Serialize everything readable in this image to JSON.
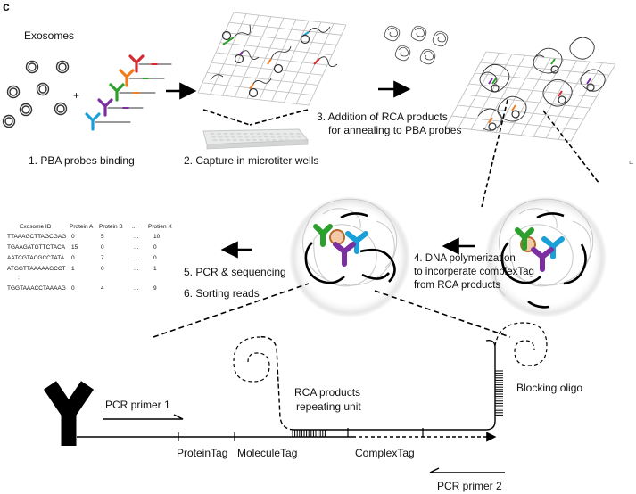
{
  "panel_letter": "c",
  "texts": {
    "exosomes": "Exosomes",
    "plus": "+",
    "step1": "1. PBA probes binding",
    "step2": "2. Capture in microtiter wells",
    "step3_line1": "3. Addition of RCA products",
    "step3_line2": "for annealing to PBA probes",
    "step4_line1": "4. DNA polymerization",
    "step4_line2": "to incorperate complexTag",
    "step4_line3": "from RCA products",
    "step5": "5. PCR & sequencing",
    "step6": "6. Sorting reads",
    "pcr_primer1": "PCR primer 1",
    "pcr_primer2": "PCR primer 2",
    "rca_line1": "RCA products",
    "rca_line2": "repeating unit",
    "blocking_oligo": "Blocking oligo",
    "protein_tag": "ProteinTag",
    "molecule_tag": "MoleculeTag",
    "complex_tag": "ComplexTag"
  },
  "table": {
    "headers": [
      "Exosome ID",
      "Protein A",
      "Protein B",
      "...",
      "Protien X"
    ],
    "rows": [
      [
        "TTAAAGCTTAGCGAG",
        "0",
        "5",
        "...",
        "10"
      ],
      [
        "TGAAGATGTTCTACA",
        "15",
        "0",
        "...",
        "0"
      ],
      [
        "AATCGTACGCCTATA",
        "0",
        "7",
        "...",
        "0"
      ],
      [
        "ATGGTTAAAAAGCCT",
        "1",
        "0",
        "...",
        "1"
      ],
      [
        ":",
        "",
        "",
        "",
        ""
      ],
      [
        "TGGTAAACCTAAAAG",
        "0",
        "4",
        "...",
        "9"
      ]
    ]
  },
  "colors": {
    "red": "#d7282d",
    "orange": "#f07c1e",
    "green": "#2ca02c",
    "purple": "#7b2fa0",
    "cyan": "#1b9fd8",
    "black": "#000000"
  }
}
